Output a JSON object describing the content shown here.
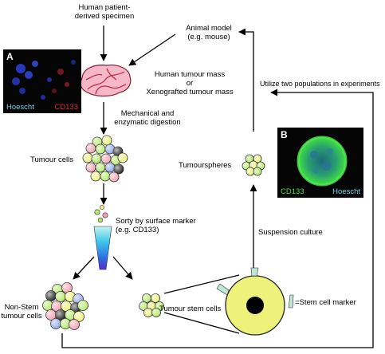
{
  "labels": {
    "specimen": "Human patient-\nderived specimen",
    "animal_model": "Animal model\n(e.g. mouse)",
    "tumour_mass": "Human tumour mass\nor\nXenografted tumour mass",
    "digestion": "Mechanical and\nenzymatic digestion",
    "tumour_cells": "Tumour cells",
    "sort": "Sorty by surface marker\n(e.g. CD133)",
    "tumourspheres": "Tumourspheres",
    "utilize": "Utilize two populations in experiments",
    "suspension": "Suspension culture",
    "non_stem": "Non-Stem\ntumour cells",
    "stem_cells": "Tumour stem cells",
    "marker_legend": "=Stem cell marker"
  },
  "panel_a": {
    "letter": "A",
    "stain_1": "Hoescht",
    "stain_2": "CD133",
    "stain_1_color": "#7ad0e8",
    "stain_2_color": "#e03030"
  },
  "panel_b": {
    "letter": "B",
    "stain_1": "CD133",
    "stain_2": "Hoescht",
    "stain_1_color": "#40e040",
    "stain_2_color": "#7ad0e8"
  },
  "colors": {
    "cell_green": "#b4e86a",
    "cell_yellow": "#eef07a",
    "cell_pink": "#f2a0b0",
    "cell_blue": "#8fa6e8",
    "cell_dark": "#222222",
    "tumour_pink": "#f4b8c8",
    "tumour_line": "#c0304a",
    "stem_yellow": "#eef27a",
    "marker_teal": "#bde8d8"
  }
}
